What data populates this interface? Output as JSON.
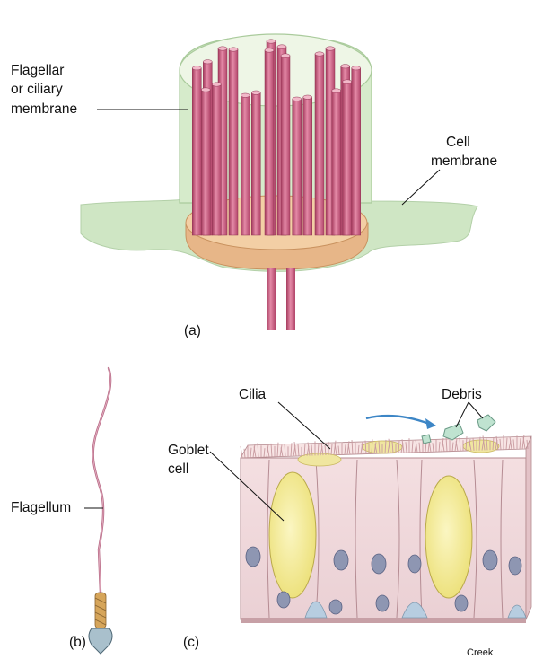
{
  "panel_a": {
    "label": "(a)",
    "flagellar_membrane_label": [
      "Flagellar",
      "or ciliary",
      "membrane"
    ],
    "cell_membrane_label": [
      "Cell",
      "membrane"
    ]
  },
  "panel_b": {
    "label": "(b)",
    "flagellum_label": "Flagellum"
  },
  "panel_c": {
    "label": "(c)",
    "cilia_label": "Cilia",
    "debris_label": "Debris",
    "goblet_cell_label": [
      "Goblet",
      "cell"
    ]
  },
  "credit": "Creek",
  "colors": {
    "membrane_green": "#cfe6c4",
    "microtubule_pink": "#c9577a",
    "basal_body_tan": "#f1c699",
    "epithelium_pink": "#f1d8da",
    "goblet_yellow": "#f4ec9c",
    "nucleus_blue": "#8e96b2",
    "arrow_blue": "#3d86c6"
  }
}
